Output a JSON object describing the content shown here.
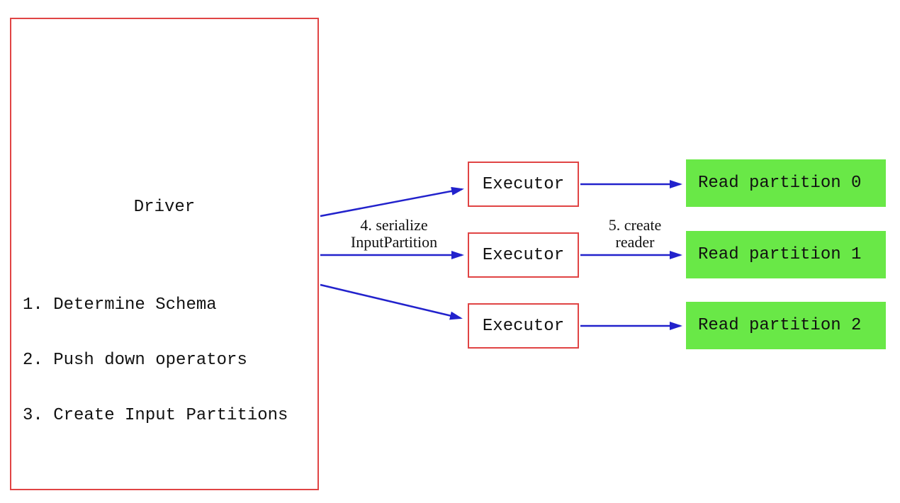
{
  "colors": {
    "box_red": "#e04444",
    "arrow_blue": "#2222cc",
    "partition_green": "#69e847",
    "text": "#111111",
    "background": "#ffffff"
  },
  "driver": {
    "title": "Driver",
    "steps": [
      "1. Determine Schema",
      "2. Push down operators",
      "3. Create Input Partitions"
    ]
  },
  "executors": [
    {
      "label": "Executor"
    },
    {
      "label": "Executor"
    },
    {
      "label": "Executor"
    }
  ],
  "partitions": [
    {
      "label": "Read partition 0"
    },
    {
      "label": "Read partition 1"
    },
    {
      "label": "Read partition 2"
    }
  ],
  "edge_labels": {
    "serialize_input_partition": {
      "line1": "4. serialize",
      "line2": "InputPartition"
    },
    "create_reader": {
      "line1": "5. create",
      "line2": "reader"
    }
  }
}
